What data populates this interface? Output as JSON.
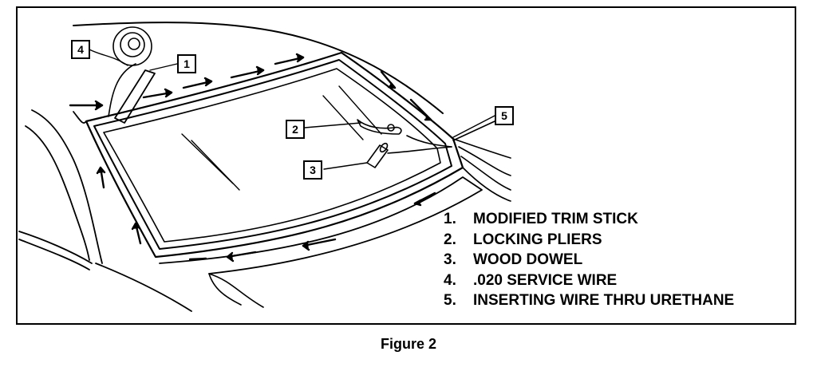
{
  "callouts": [
    {
      "number": "1"
    },
    {
      "number": "2"
    },
    {
      "number": "3"
    },
    {
      "number": "4"
    },
    {
      "number": "5"
    }
  ],
  "legend": [
    {
      "number": "1.",
      "text": "MODIFIED TRIM STICK"
    },
    {
      "number": "2.",
      "text": "LOCKING PLIERS"
    },
    {
      "number": "3.",
      "text": "WOOD DOWEL"
    },
    {
      "number": "4.",
      "text": ".020 SERVICE WIRE"
    },
    {
      "number": "5.",
      "text": "INSERTING WIRE THRU URETHANE"
    }
  ],
  "caption": "Figure 2"
}
